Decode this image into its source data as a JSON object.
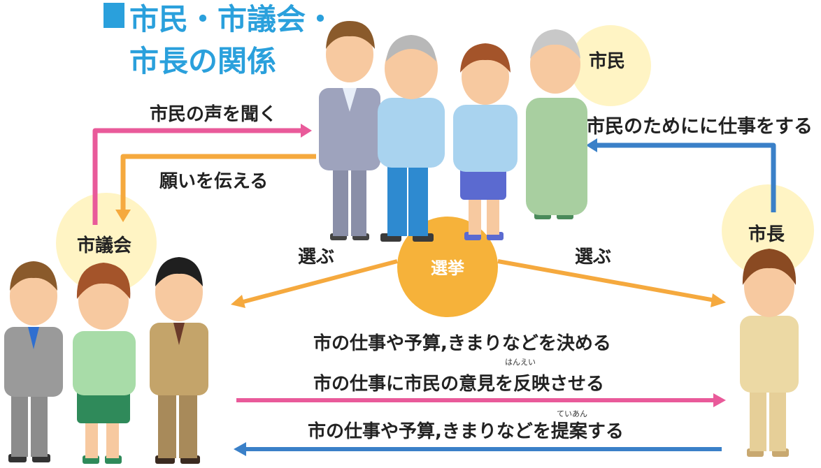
{
  "title": {
    "line1": "市民・市議会・",
    "line2": "市長の関係"
  },
  "groups": {
    "citizens": "市民",
    "council": "市議会",
    "mayor": "市長"
  },
  "election": "選挙",
  "arrows": {
    "citizen_voice": "市民の声を聞く",
    "convey_wishes": "願いを伝える",
    "work_for_citizens": "市民のためにに仕事をする",
    "elect_left": "選ぶ",
    "elect_right": "選ぶ",
    "decide": "市の仕事や予算,きまりなどを決める",
    "reflect": "市の仕事に市民の意見を反映させる",
    "reflect_ruby": "はんえい",
    "propose": "市の仕事や予算,きまりなどを提案する",
    "propose_ruby": "ていあん"
  },
  "colors": {
    "title": "#2aa0dc",
    "pink": "#e95a9a",
    "orange": "#f5a93e",
    "blue": "#3a80c8",
    "halo": "#fff4c4",
    "election": "#f6b23a"
  }
}
